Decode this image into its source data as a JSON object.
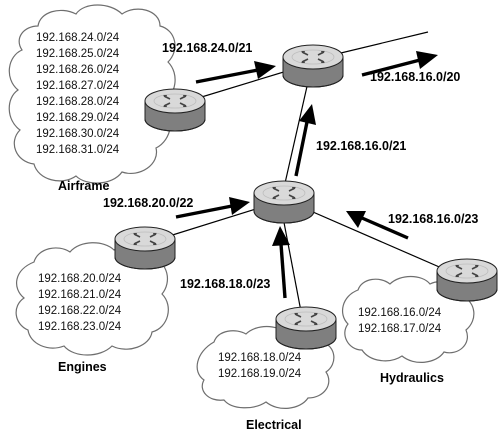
{
  "routers": {
    "core": "router-icon",
    "distribution": "router-icon",
    "airframe": "router-icon",
    "engines": "router-icon",
    "electrical": "router-icon",
    "hydraulics": "router-icon"
  },
  "sites": {
    "airframe": {
      "label": "Airframe",
      "subnets": [
        "192.168.24.0/24",
        "192.168.25.0/24",
        "192.168.26.0/24",
        "192.168.27.0/24",
        "192.168.28.0/24",
        "192.168.29.0/24",
        "192.168.30.0/24",
        "192.168.31.0/24"
      ]
    },
    "engines": {
      "label": "Engines",
      "subnets": [
        "192.168.20.0/24",
        "192.168.21.0/24",
        "192.168.22.0/24",
        "192.168.23.0/24"
      ]
    },
    "electrical": {
      "label": "Electrical",
      "subnets": [
        "192.168.18.0/24",
        "192.168.19.0/24"
      ]
    },
    "hydraulics": {
      "label": "Hydraulics",
      "subnets": [
        "192.168.16.0/24",
        "192.168.17.0/24"
      ]
    }
  },
  "routes": {
    "airframe_summary": "192.168.24.0/21",
    "core_summary": "192.168.16.0/20",
    "distribution_summary": "192.168.16.0/21",
    "engines_summary": "192.168.20.0/22",
    "hydraulics_summary": "192.168.16.0/23",
    "electrical_summary": "192.168.18.0/23"
  }
}
